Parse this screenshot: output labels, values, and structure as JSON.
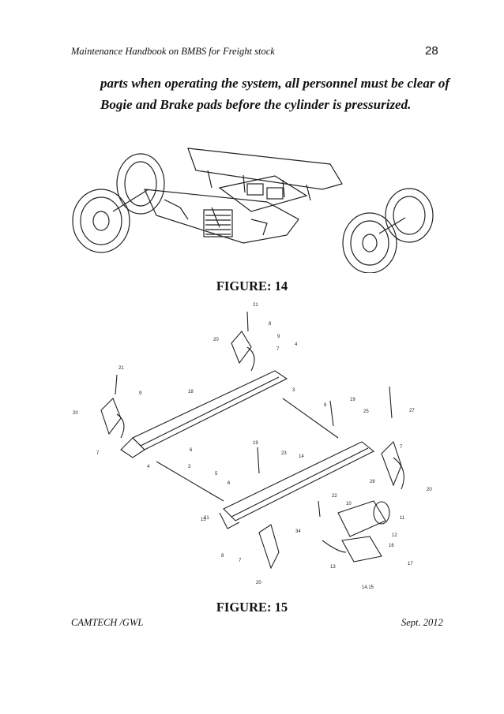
{
  "header": {
    "title": "Maintenance Handbook on BMBS for Freight stock",
    "page_number": "28"
  },
  "body": {
    "paragraph": "parts when operating the system, all personnel must be clear of Bogie and Brake pads before the cylinder is pressurized."
  },
  "figures": {
    "fig14_caption": "FIGURE: 14",
    "fig15_caption": "FIGURE: 15",
    "fig15_callouts": [
      "21",
      "20",
      "8",
      "7",
      "9",
      "4",
      "21",
      "9",
      "20",
      "7",
      "18",
      "6",
      "3",
      "4",
      "19",
      "8",
      "25",
      "27",
      "3",
      "19",
      "23",
      "14",
      "5",
      "6",
      "7",
      "26",
      "20",
      "10",
      "22",
      "11",
      "12",
      "15",
      "21",
      "34",
      "16",
      "17",
      "8",
      "7",
      "13",
      "20",
      "14,15"
    ]
  },
  "footer": {
    "left": "CAMTECH /GWL",
    "right": "Sept. 2012"
  }
}
